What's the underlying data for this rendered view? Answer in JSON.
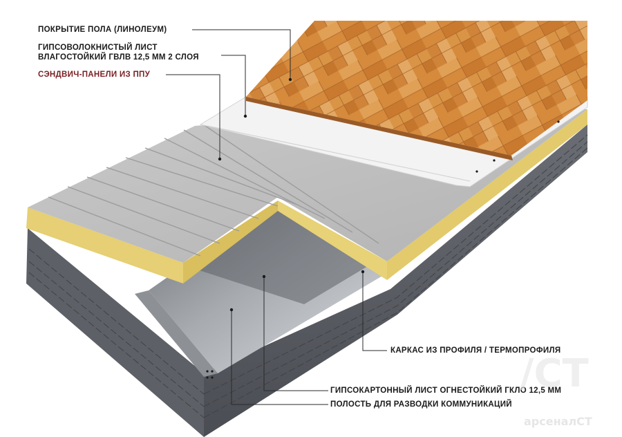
{
  "labels": {
    "floor_covering": "ПОКРЫТИЕ ПОЛА (ЛИНОЛЕУМ)",
    "gvl_line1": "ГИПСОВОЛОКНИСТЫЙ ЛИСТ",
    "gvl_line2": "ВЛАГОСТОЙКИЙ ГВЛВ 12,5 ММ 2 СЛОЯ",
    "sandwich": "СЭНДВИЧ-ПАНЕЛИ ИЗ ППУ",
    "frame": "КАРКАС ИЗ ПРОФИЛЯ / ТЕРМОПРОФИЛЯ",
    "gkl": "ГИПСОКАРТОННЫЙ ЛИСТ ОГНЕСТОЙКИЙ ГКЛО 12,5 ММ",
    "cavity": "ПОЛОСТЬ ДЛЯ РАЗВОДКИ КОММУНИКАЦИЙ"
  },
  "watermark": {
    "logo": "/CT",
    "text": "арсеналСТ"
  },
  "colors": {
    "accent_label": "#7a1f23",
    "frame": "#55585e",
    "foam": "#e8d277",
    "panel": "#bdbdbd",
    "gypsum_fiber": "#f2f2f2",
    "parquet": "#d8893a"
  }
}
